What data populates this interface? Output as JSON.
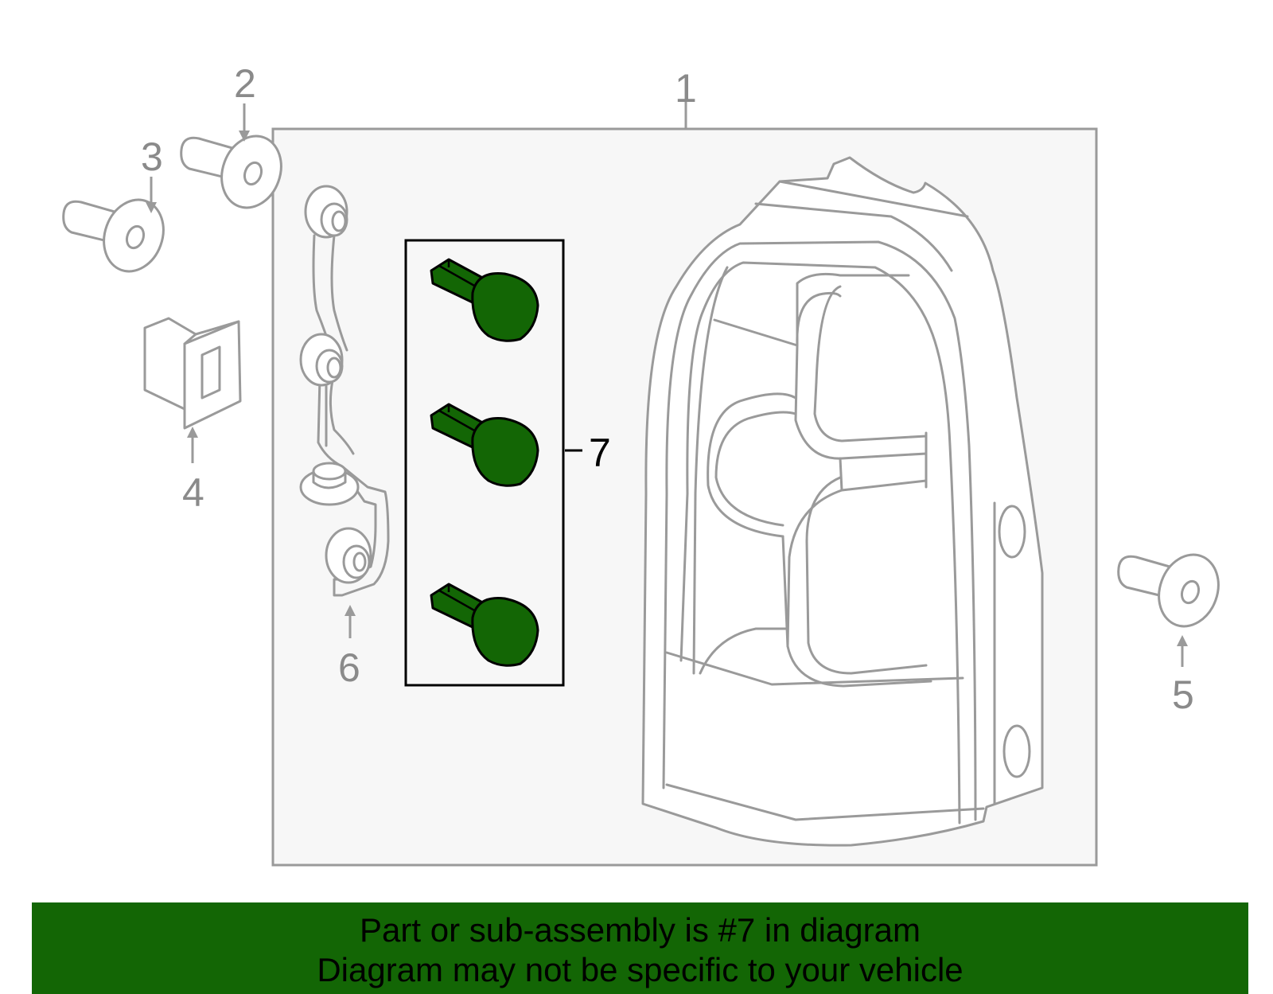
{
  "diagram": {
    "callouts": {
      "c1": "1",
      "c2": "2",
      "c3": "3",
      "c4": "4",
      "c5": "5",
      "c6": "6",
      "c7": "7"
    },
    "colors": {
      "highlight": "#136605",
      "outline": "#9a9a9a",
      "frame_fill": "#f7f7f7"
    }
  },
  "banner": {
    "line1": "Part or sub-assembly is #7 in diagram",
    "line2": "Diagram may not be specific to your vehicle"
  }
}
